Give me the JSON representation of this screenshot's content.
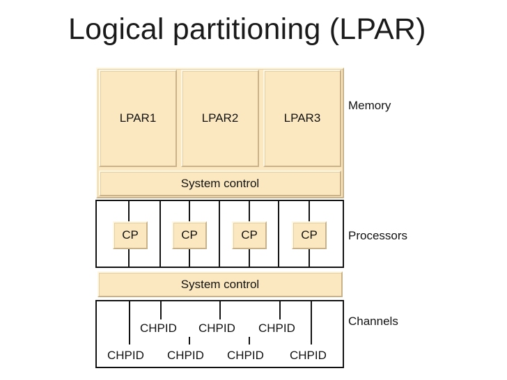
{
  "title": "Logical partitioning (LPAR)",
  "memory": {
    "label": "Memory",
    "partitions": [
      "LPAR1",
      "LPAR2",
      "LPAR3"
    ],
    "system_control": "System control"
  },
  "processors": {
    "label": "Processors",
    "cps": [
      "CP",
      "CP",
      "CP",
      "CP"
    ]
  },
  "bus": {
    "system_control": "System control"
  },
  "channels": {
    "label": "Channels",
    "upper_chpids": [
      "CHPID",
      "CHPID",
      "CHPID"
    ],
    "lower_chpids": [
      "CHPID",
      "CHPID",
      "CHPID",
      "CHPID"
    ]
  },
  "colors": {
    "box_fill": "#fbe8c0",
    "line": "#111111"
  }
}
